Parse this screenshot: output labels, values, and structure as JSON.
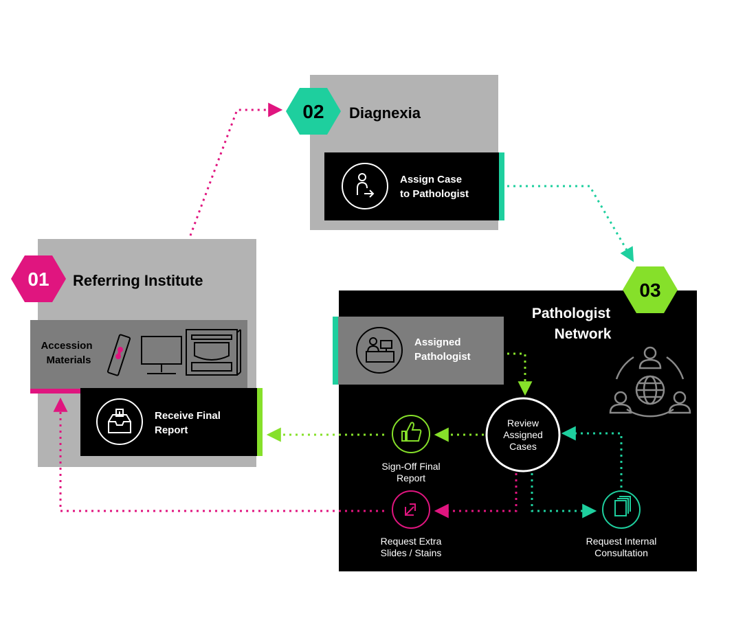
{
  "stages": {
    "referring": {
      "number": "01",
      "title": "Referring Institute",
      "accession_line1": "Accession",
      "accession_line2": "Materials",
      "receive_line1": "Receive Final",
      "receive_line2": "Report"
    },
    "diagnexia": {
      "number": "02",
      "title": "Diagnexia",
      "assign_line1": "Assign Case",
      "assign_line2": "to Pathologist"
    },
    "network": {
      "number": "03",
      "title_line1": "Pathologist",
      "title_line2": "Network",
      "assigned_line1": "Assigned",
      "assigned_line2": "Pathologist",
      "review_line1": "Review",
      "review_line2": "Assigned",
      "review_line3": "Cases",
      "signoff_line1": "Sign-Off Final",
      "signoff_line2": "Report",
      "request_slides_line1": "Request Extra",
      "request_slides_line2": "Slides / Stains",
      "consult_line1": "Request Internal",
      "consult_line2": "Consultation"
    }
  },
  "colors": {
    "magenta": "#e0157f",
    "teal": "#1ecf9e",
    "lime": "#86e02a",
    "grey_panel": "#b3b3b3",
    "dark_grey_box": "#7d7d7d",
    "black": "#000000"
  },
  "icons": {
    "referring": [
      "slide-vial-icon",
      "monitor-icon",
      "scanner-icon",
      "inbox-tray-icon"
    ],
    "diagnexia": [
      "person-arrow-icon"
    ],
    "network": [
      "pathologist-desk-icon",
      "network-globe-icon",
      "thumbs-up-icon",
      "request-arrow-icon",
      "documents-icon"
    ]
  }
}
